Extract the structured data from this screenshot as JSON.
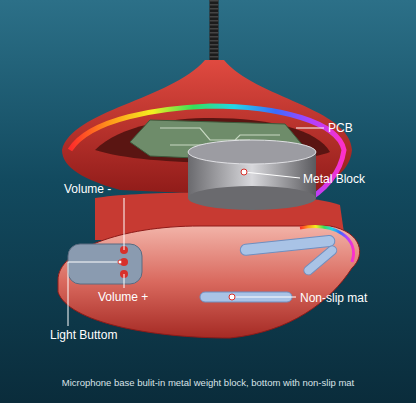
{
  "diagram": {
    "caption": "Microphone base bulit-in metal weight block, bottom with non-slip mat",
    "labels": [
      "PCB",
      "Metal Block",
      "Volume -",
      "Volume +",
      "Light Buttom",
      "Non-slip mat"
    ]
  }
}
